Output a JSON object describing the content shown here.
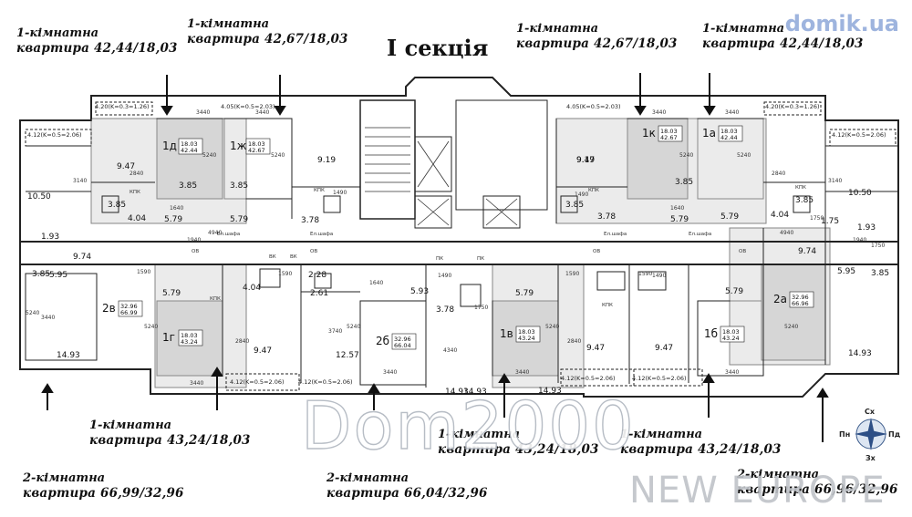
{
  "section_title": "І секція",
  "watermarks": {
    "site": "domik.ua",
    "brand": "Dom2000",
    "agency": "NEW EUROPE"
  },
  "callouts": [
    {
      "l1": "1-кімнатна",
      "l2": "квартира 42,44/18,03"
    },
    {
      "l1": "1-кімнатна",
      "l2": "квартира 42,67/18,03"
    },
    {
      "l1": "1-кімнатна",
      "l2": "квартира 42,67/18,03"
    },
    {
      "l1": "1-кімнатна",
      "l2": "квартира 42,44/18,03"
    },
    {
      "l1": "1-кімнатна",
      "l2": "квартира 43,24/18,03"
    },
    {
      "l1": "1-кімнатна",
      "l2": "квартира 43,24/18,03"
    },
    {
      "l1": "1-кімнатна",
      "l2": "квартира 43,24/18,03"
    },
    {
      "l1": "2-кімнатна",
      "l2": "квартира 66,99/32,96"
    },
    {
      "l1": "2-кімнатна",
      "l2": "квартира 66,04/32,96"
    },
    {
      "l1": "2-кімнатна",
      "l2": "квартира 66,96/32,96"
    }
  ],
  "apartments": [
    {
      "code": "1д",
      "total": "18.03",
      "area": "42.44"
    },
    {
      "code": "1ж",
      "total": "18.03",
      "area": "42.67"
    },
    {
      "code": "1к",
      "total": "18.03",
      "area": "42.67"
    },
    {
      "code": "1а",
      "total": "18.03",
      "area": "42.44"
    },
    {
      "code": "2в",
      "total": "32.96",
      "area": "66.99"
    },
    {
      "code": "1г",
      "total": "18.03",
      "area": "43.24"
    },
    {
      "code": "2б",
      "total": "32.96",
      "area": "66.04"
    },
    {
      "code": "1в",
      "total": "18.03",
      "area": "43.24"
    },
    {
      "code": "1б",
      "total": "18.03",
      "area": "43.24"
    },
    {
      "code": "2а",
      "total": "32.96",
      "area": "66.96"
    }
  ],
  "room_areas": [
    "9.47",
    "9.19",
    "10.50",
    "1.93",
    "3.85",
    "4.04",
    "5.79",
    "5.95",
    "9.74",
    "14.93",
    "3.78",
    "2.28",
    "2.61",
    "5.93",
    "12.57",
    "1.75"
  ],
  "dimensions": [
    "3440",
    "5240",
    "1490",
    "1590",
    "4940",
    "3140",
    "2840",
    "1640",
    "1940",
    "3740",
    "1750",
    "4340"
  ],
  "balconies": [
    "4.20(K=0.3=1.26)",
    "4.05(K=0.5=2.03)",
    "4.12(K=0.5=2.06)"
  ],
  "fixtures": [
    "КПК",
    "ВК",
    "ПК",
    "Ел.шафа",
    "ОВ"
  ],
  "compass": {
    "n": "Сх",
    "w": "Пн",
    "e": "Пд",
    "s": "Зх"
  }
}
